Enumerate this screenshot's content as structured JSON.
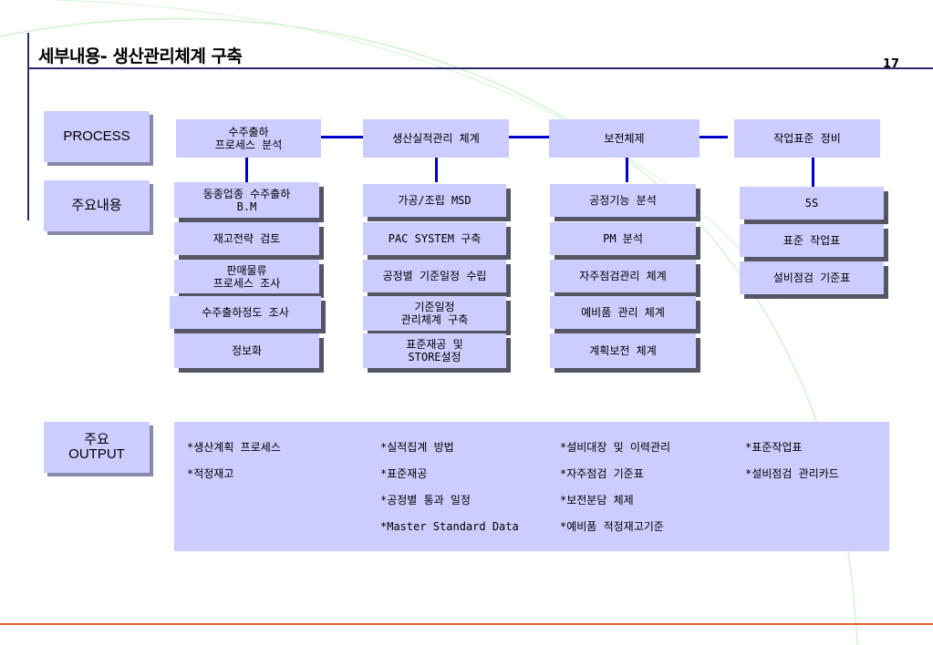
{
  "page": {
    "title": "세부내용- 생산관리체계 구축",
    "number": "17"
  },
  "labels": {
    "process": "PROCESS",
    "content": "주요내용",
    "output": "주요\nOUTPUT"
  },
  "process": [
    "수주출하\n프로세스 분석",
    "생산실적관리 체계",
    "보전체제",
    "작업표준 정비"
  ],
  "columns": [
    [
      "동종업종 수주출하\nB.M",
      "재고전략 검토",
      "판매물류\n프로세스 조사",
      "수주출하정도 조사",
      "정보화"
    ],
    [
      "가공/조립 MSD",
      "PAC SYSTEM 구축",
      "공정별 기준일정 수립",
      "기준일정\n관리체계 구축",
      "표준재공 및\nSTORE설정"
    ],
    [
      "공정기능 분석",
      "PM 분석",
      "자주점검관리 체계",
      "예비품 관리 체계",
      "계획보전 체계"
    ],
    [
      "5S",
      "표준 작업표",
      "설비점검 기준표"
    ]
  ],
  "outputs": [
    [
      "*생산계획 프로세스",
      "*적정재고"
    ],
    [
      "*실적집계 방법",
      "*표준재공",
      "*공정별 통과 일정",
      "*Master Standard Data"
    ],
    [
      "*설비대장 및 이력관리",
      "*자주점검 기준표",
      "*보전분담 체제",
      "*예비품 적정재고기준"
    ],
    [
      "*표준작업표",
      "*설비점검 관리카드"
    ]
  ],
  "colors": {
    "box": "#ccccff",
    "connector": "#0000cc",
    "title_rule": "#2b2b6e",
    "bottom_rule": "#e0602a"
  }
}
